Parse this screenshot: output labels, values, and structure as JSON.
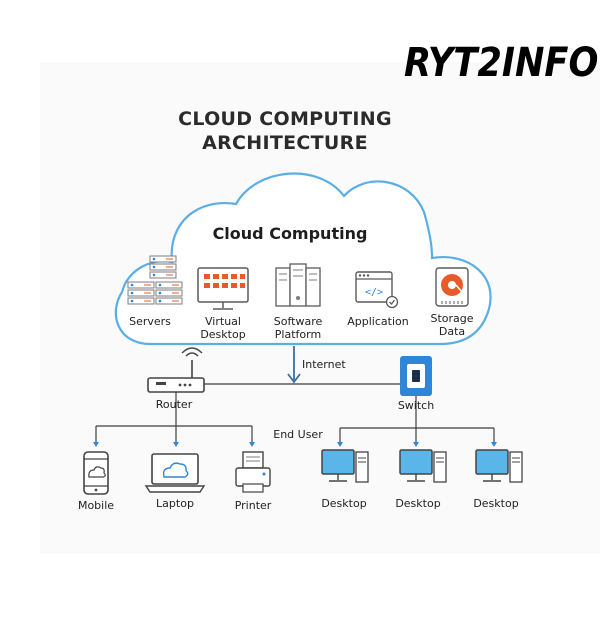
{
  "brand": "RYT2INFO",
  "title": {
    "line1": "CLOUD COMPUTING",
    "line2": "ARCHITECTURE"
  },
  "cloud": {
    "title": "Cloud Computing",
    "items": [
      {
        "line1": "Servers",
        "line2": ""
      },
      {
        "line1": "Virtual",
        "line2": "Desktop"
      },
      {
        "line1": "Software",
        "line2": "Platform"
      },
      {
        "line1": "Application",
        "line2": ""
      },
      {
        "line1": "Storage",
        "line2": "Data"
      }
    ]
  },
  "network": {
    "internet": "Internet",
    "router": "Router",
    "switch": "Switch",
    "end_user": "End User"
  },
  "devices": {
    "mobile": "Mobile",
    "laptop": "Laptop",
    "printer": "Printer",
    "desktop1": "Desktop",
    "desktop2": "Desktop",
    "desktop3": "Desktop"
  },
  "colors": {
    "cloud_border": "#5aaee8",
    "accent_blue": "#2f86d8",
    "router_dark": "#444444",
    "line": "#3f3f3f",
    "screen_blue": "#5ab6e8",
    "icon_orange": "#e85a2a",
    "icon_grey": "#7d7d7d"
  }
}
